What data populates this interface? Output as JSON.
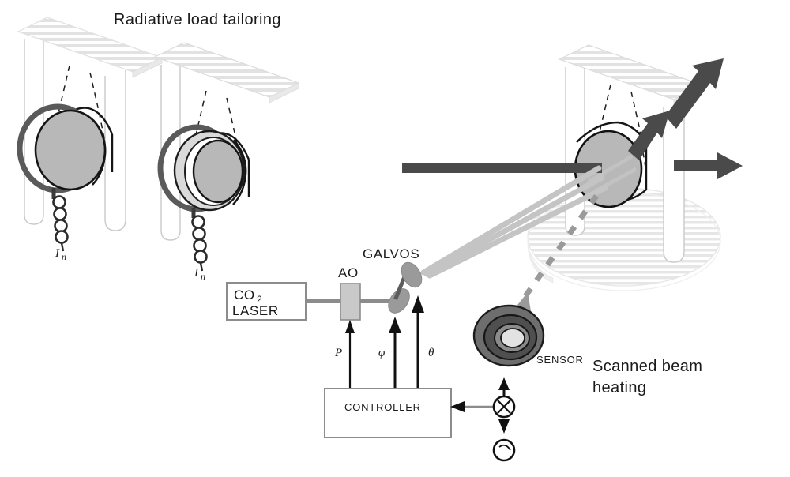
{
  "figure": {
    "title_left": "Radiative load tailoring",
    "title_right_line1": "Scanned beam",
    "title_right_line2": "heating",
    "background_color": "#ffffff"
  },
  "palette": {
    "ink": "#1a1a1a",
    "dark_gray": "#4d4d4d",
    "mid_gray": "#8c8c8c",
    "disc_gray": "#b8b8b8",
    "light_gray": "#d6d6d6",
    "hatch_gray": "#d9d9d9",
    "pale_gray": "#ececec",
    "beam_gray": "#c4c4c4",
    "outline_gray": "#bdbdbd"
  },
  "labels": {
    "laser_line1": "CO",
    "laser_sub": "2",
    "laser_line2": "LASER",
    "ao": "AO",
    "galvos": "GALVOS",
    "controller": "CONTROLLER",
    "sensor": "SENSOR",
    "param_power": "P",
    "param_phi": "φ",
    "param_theta": "θ",
    "specimen_1_label": "I",
    "specimen_1_sub": "n",
    "specimen_2_label": "I",
    "specimen_2_sub": "n"
  },
  "icons": {
    "laser_box": "laser-source-box",
    "ao_modulator": "acousto-optic-modulator",
    "galvo_mirror_x": "galvo-mirror-x",
    "galvo_mirror_y": "galvo-mirror-y",
    "controller_box": "controller-box",
    "sensor_detector": "crossed-circle-sensor-icon",
    "sensor_lens": "lens-circle-icon",
    "target_rings": "ring-target-icon",
    "heat_flux_arrow": "heat-flux-arrow-icon",
    "specimen_disc": "specimen-disc-icon",
    "thermocouple_chain": "thermocouple-bead-chain-icon",
    "hatched_plate": "hatched-plate-icon",
    "support_post": "support-post-icon",
    "scan_beam": "scan-beam-icon"
  },
  "annotations": {
    "specimen_count_left": 2,
    "scan_beam_count": 3,
    "control_signals": [
      "P",
      "φ",
      "θ"
    ],
    "flux_arrow_count": 3
  }
}
